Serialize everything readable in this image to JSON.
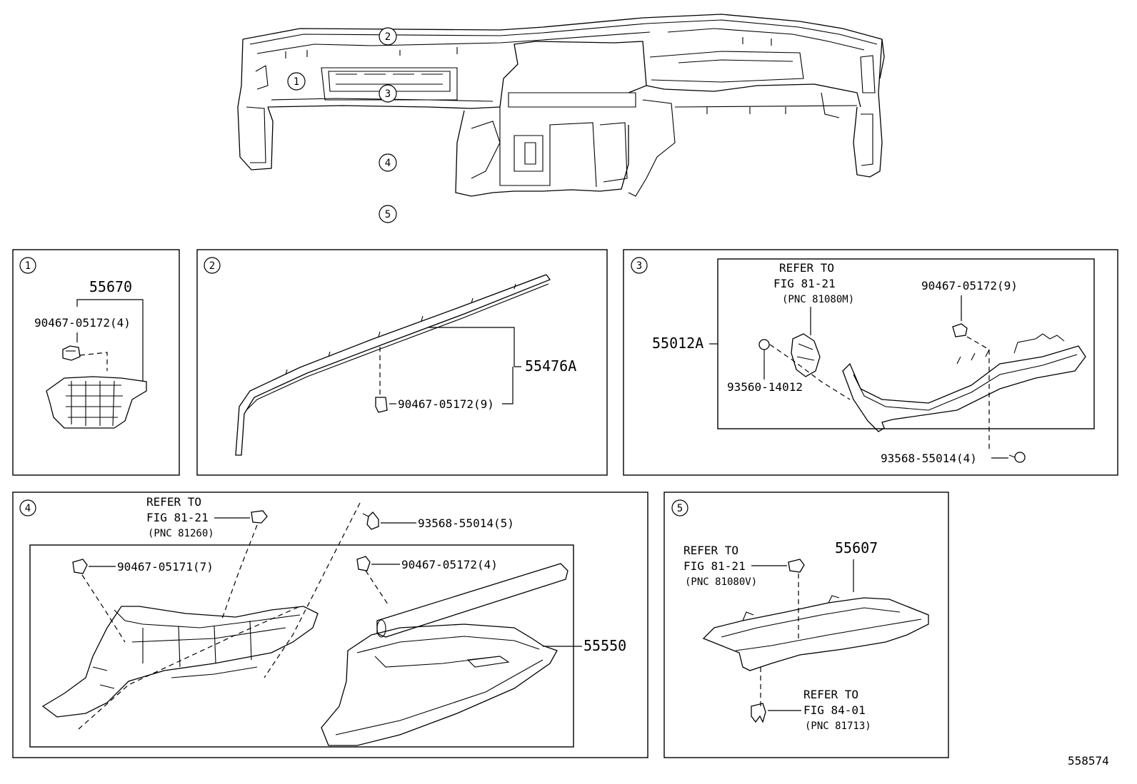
{
  "drawing_id": "558574",
  "overview_callouts": [
    "1",
    "2",
    "3",
    "4",
    "5"
  ],
  "panels": {
    "p1": {
      "callout": "1",
      "main_part": "55670",
      "clip_part": "90467-05172(4)"
    },
    "p2": {
      "callout": "2",
      "main_part": "55476A",
      "clip_part": "90467-05172(9)"
    },
    "p3": {
      "callout": "3",
      "main_part": "55012A",
      "refer_line1": "REFER TO",
      "refer_line2": "FIG 81-21",
      "refer_line3": "(PNC 81080M)",
      "clip_part": "90467-05172(9)",
      "screw_part": "93560-14012",
      "bolt_part": "93568-55014(4)"
    },
    "p4": {
      "callout": "4",
      "refer_line1": "REFER TO",
      "refer_line2": "FIG 81-21",
      "refer_line3": "(PNC 81260)",
      "bolt_part": "93568-55014(5)",
      "clip_a": "90467-05171(7)",
      "clip_b": "90467-05172(4)",
      "main_part": "55550"
    },
    "p5": {
      "callout": "5",
      "main_part": "55607",
      "refer_a_line1": "REFER TO",
      "refer_a_line2": "FIG 81-21",
      "refer_a_line3": "(PNC 81080V)",
      "refer_b_line1": "REFER TO",
      "refer_b_line2": "FIG 84-01",
      "refer_b_line3": "(PNC 81713)"
    }
  }
}
